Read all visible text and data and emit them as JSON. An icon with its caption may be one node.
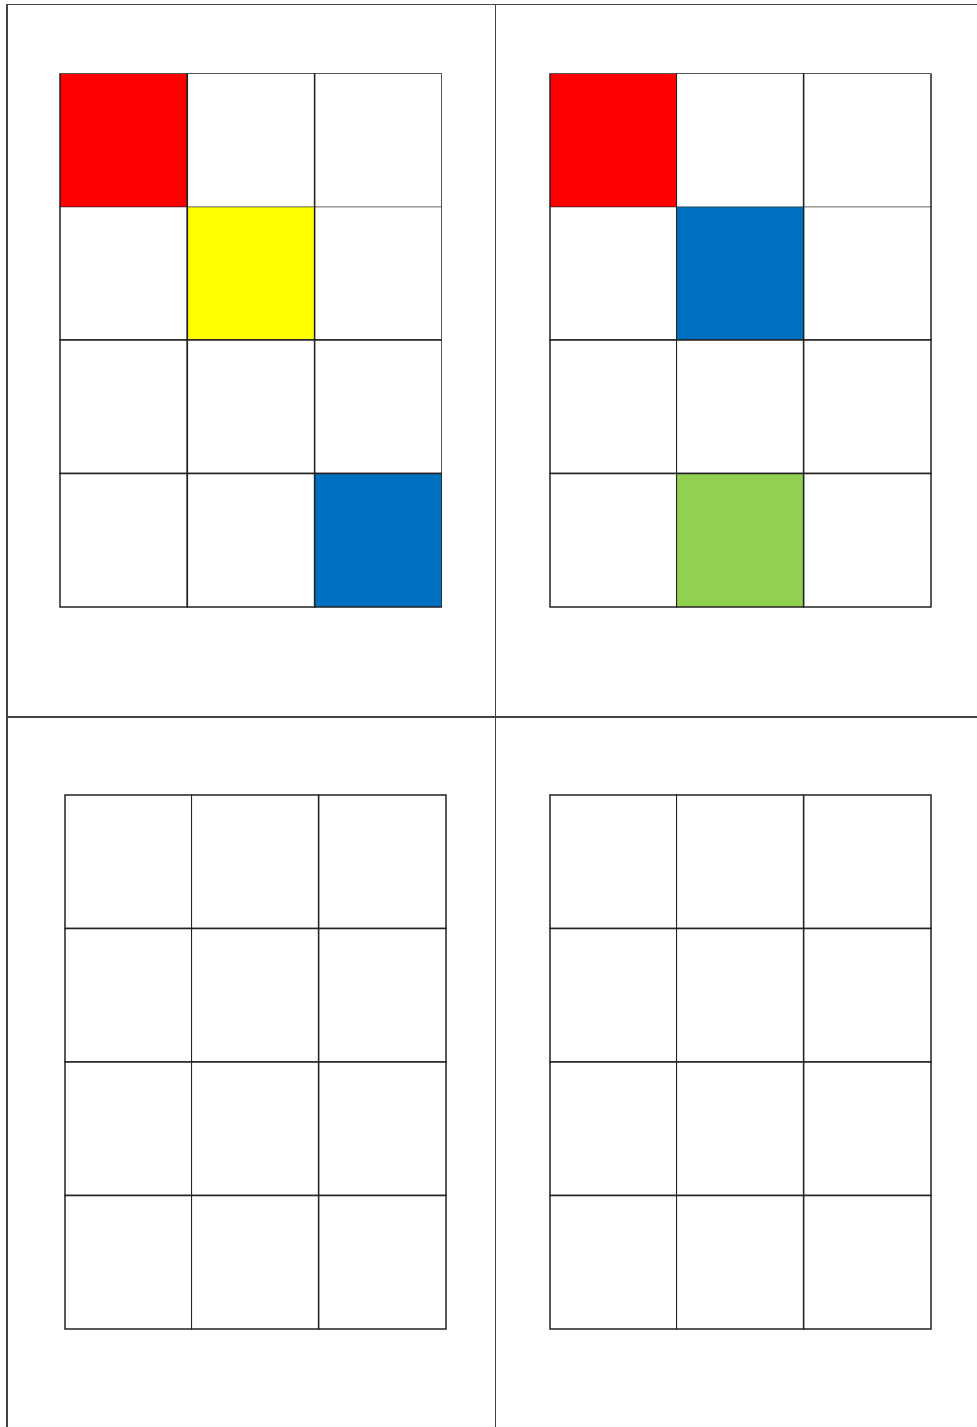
{
  "diagram": {
    "nodes": [
      {
        "text": [],
        "shape": "box"
      },
      {
        "text": [],
        "shape": "box"
      },
      {
        "text": [],
        "shape": "box"
      },
      {
        "text": [],
        "shape": "box"
      },
      {
        "text": [],
        "shape": "grid",
        "in": 0
      },
      {
        "text": [],
        "shape": "grid",
        "in": 1
      },
      {
        "text": [],
        "shape": "grid",
        "in": 2
      },
      {
        "text": [],
        "shape": "grid",
        "in": 3
      }
    ]
  }
}
